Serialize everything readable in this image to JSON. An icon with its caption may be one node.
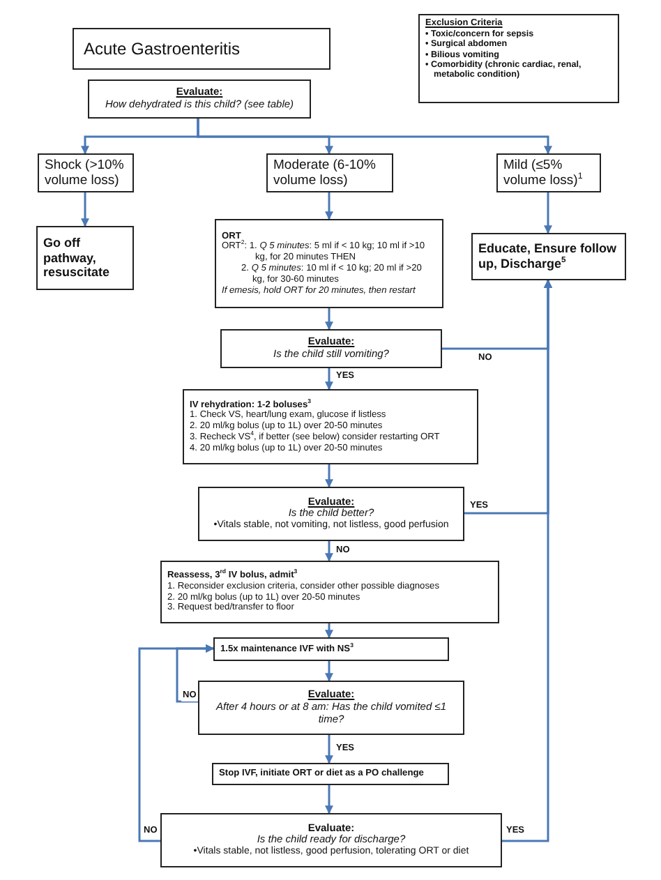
{
  "diagram": {
    "title": "Acute Gastroenteritis",
    "nodes": [
      {
        "text": [
          "Exclusion Criteria",
          "• Toxic/concern for sepsis",
          "• Surgical abdomen",
          "• Bilious vomiting",
          "• Comorbidity (chronic cardiac, renal, metabolic condition)"
        ]
      },
      {
        "text": [
          "Evaluate:",
          "How dehydrated is this child? (see table)"
        ]
      },
      {
        "text": [
          "Shock (>10% volume loss)"
        ]
      },
      {
        "text": [
          "Moderate (6-10% volume loss)"
        ]
      },
      {
        "text": [
          "Mild (≤5% volume loss)$^{1}$"
        ]
      },
      {
        "text": [
          "Go off pathway, resuscitate"
        ]
      },
      {
        "text": [
          "ORT",
          "ORT$^{2}$: 1. *Q 5 minutes*: 5 ml if < 10 kg; 10 ml if >10 kg, for 20 minutes THEN",
          "2. *Q 5 minutes*: 10 ml if < 10 kg; 20 ml if >20 kg, for 30-60 minutes",
          "If emesis, hold ORT for 20 minutes, then restart"
        ]
      },
      {
        "text": [
          "Educate, Ensure follow up, Discharge$^{5}$"
        ]
      },
      {
        "text": [
          "Evaluate:",
          "Is the child still vomiting?"
        ]
      },
      {
        "text": [
          "IV rehydration: 1-2 boluses$^{3}$",
          "1. Check VS, heart/lung exam, glucose if listless",
          "2. 20 ml/kg bolus (up to 1L) over 20-50 minutes",
          "3. Recheck VS$^{4}$, if better (see below) consider restarting ORT",
          "4. 20 ml/kg bolus (up to 1L) over 20-50 minutes"
        ]
      },
      {
        "text": [
          "Evaluate:",
          "Is the child better?",
          "•Vitals stable, not vomiting, not listless, good perfusion"
        ]
      },
      {
        "text": [
          "Reassess, 3$^{rd}$ IV bolus, admit$^{3}$",
          "1. Reconsider exclusion criteria, consider other possible diagnoses",
          "2. 20 ml/kg bolus (up to 1L) over 20-50 minutes",
          "3. Request bed/transfer to floor"
        ]
      },
      {
        "text": [
          "1.5x maintenance IVF with NS$^{3}$"
        ]
      },
      {
        "text": [
          "Evaluate:",
          "After 4 hours or at 8 am: Has the child vomited ≤1 time?"
        ]
      },
      {
        "text": [
          "Stop IVF, initiate ORT or diet as a PO challenge"
        ]
      },
      {
        "text": [
          "Evaluate:",
          "Is the child ready for discharge?",
          "•Vitals stable, not listless, good perfusion, tolerating ORT or diet"
        ]
      }
    ],
    "edges": [
      {
        "from": 1,
        "to": 2,
        "arrow": "to"
      },
      {
        "from": 1,
        "to": 3,
        "arrow": "to"
      },
      {
        "from": 1,
        "to": 4,
        "arrow": "to"
      },
      {
        "from": 2,
        "to": 5,
        "arrow": "to"
      },
      {
        "from": 3,
        "to": 6,
        "arrow": "to"
      },
      {
        "from": 4,
        "to": 7,
        "arrow": "to"
      },
      {
        "from": 6,
        "to": 8,
        "arrow": "to"
      },
      {
        "from": 8,
        "to": 7,
        "arrow": "to",
        "label": "NO"
      },
      {
        "from": 8,
        "to": 9,
        "arrow": "to",
        "label": "YES"
      },
      {
        "from": 9,
        "to": 10,
        "arrow": "to"
      },
      {
        "from": 10,
        "to": 7,
        "arrow": "to",
        "label": "YES"
      },
      {
        "from": 10,
        "to": 11,
        "arrow": "to",
        "label": "NO"
      },
      {
        "from": 11,
        "to": 12,
        "arrow": "to"
      },
      {
        "from": 12,
        "to": 13,
        "arrow": "to"
      },
      {
        "from": 13,
        "to": 12,
        "arrow": "to",
        "label": "NO"
      },
      {
        "from": 13,
        "to": 14,
        "arrow": "to",
        "label": "YES"
      },
      {
        "from": 14,
        "to": 15,
        "arrow": "to"
      },
      {
        "from": 15,
        "to": 12,
        "arrow": "to",
        "label": "NO"
      },
      {
        "from": 15,
        "to": 7,
        "arrow": "to",
        "label": "YES"
      }
    ]
  }
}
